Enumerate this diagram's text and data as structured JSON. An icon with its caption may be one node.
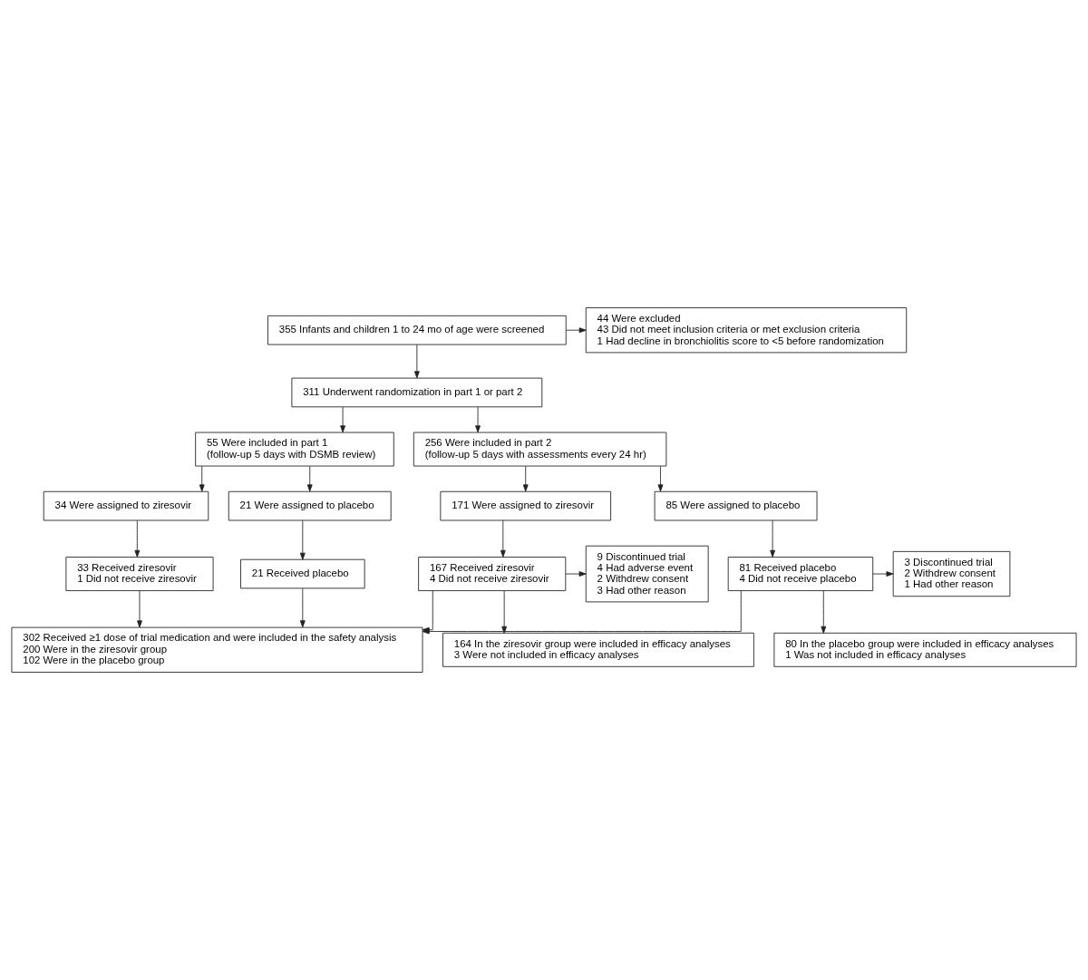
{
  "diagram": {
    "nodes": [
      {
        "text": [
          "355 Infants and children 1 to 24 mo of age were screened"
        ]
      },
      {
        "text": [
          "44 Were excluded",
          "43 Did not meet inclusion criteria or met exclusion criteria",
          "1 Had decline in bronchiolitis score to <5 before randomization"
        ]
      },
      {
        "text": [
          "311 Underwent randomization in part 1 or part 2"
        ]
      },
      {
        "text": [
          "55 Were included in part 1",
          "(follow-up 5 days with DSMB review)"
        ]
      },
      {
        "text": [
          "256 Were included in part 2",
          "(follow-up 5 days with assessments every 24 hr)"
        ]
      },
      {
        "text": [
          "34 Were assigned to ziresovir"
        ]
      },
      {
        "text": [
          "21 Were assigned to placebo"
        ]
      },
      {
        "text": [
          "171 Were assigned to ziresovir"
        ]
      },
      {
        "text": [
          "85 Were assigned to placebo"
        ]
      },
      {
        "text": [
          "33 Received ziresovir",
          "1 Did not receive ziresovir"
        ]
      },
      {
        "text": [
          "21 Received placebo"
        ]
      },
      {
        "text": [
          "167 Received ziresovir",
          "4 Did not receive ziresovir"
        ]
      },
      {
        "text": [
          "81 Received placebo",
          "4 Did not receive placebo"
        ]
      },
      {
        "text": [
          "302 Received ≥1 dose of trial medication and were included in the safety analysis",
          "200 Were in the ziresovir group",
          "102 Were in the placebo group"
        ]
      },
      {
        "text": [
          "9 Discontinued trial",
          "4 Had adverse event",
          "2 Withdrew consent",
          "3 Had other reason"
        ]
      },
      {
        "text": [
          "3 Discontinued trial",
          "2 Withdrew consent",
          "1 Had other reason"
        ]
      },
      {
        "text": [
          "164 In the ziresovir group were included in efficacy analyses",
          "3 Were not included in efficacy analyses"
        ]
      },
      {
        "text": [
          "80 In the placebo group were included in efficacy analyses",
          "1 Was not included in efficacy analyses"
        ]
      }
    ],
    "edges": [
      {
        "from": 0,
        "to": 1,
        "arrow": "to"
      },
      {
        "from": 0,
        "to": 2,
        "arrow": "to"
      },
      {
        "from": 2,
        "to": 3,
        "arrow": "to"
      },
      {
        "from": 2,
        "to": 4,
        "arrow": "to"
      },
      {
        "from": 3,
        "to": 5,
        "arrow": "to"
      },
      {
        "from": 3,
        "to": 6,
        "arrow": "to"
      },
      {
        "from": 4,
        "to": 7,
        "arrow": "to"
      },
      {
        "from": 4,
        "to": 8,
        "arrow": "to"
      },
      {
        "from": 5,
        "to": 9,
        "arrow": "to"
      },
      {
        "from": 6,
        "to": 10,
        "arrow": "to"
      },
      {
        "from": 7,
        "to": 11,
        "arrow": "to"
      },
      {
        "from": 8,
        "to": 12,
        "arrow": "to"
      },
      {
        "from": 9,
        "to": 13,
        "arrow": "to"
      },
      {
        "from": 10,
        "to": 13,
        "arrow": "to"
      },
      {
        "from": 11,
        "to": 13,
        "arrow": "to"
      },
      {
        "from": 12,
        "to": 13,
        "arrow": "to"
      },
      {
        "from": 11,
        "to": 14,
        "arrow": "to"
      },
      {
        "from": 11,
        "to": 16,
        "arrow": "to"
      },
      {
        "from": 12,
        "to": 15,
        "arrow": "to"
      },
      {
        "from": 12,
        "to": 17,
        "arrow": "to"
      }
    ]
  }
}
